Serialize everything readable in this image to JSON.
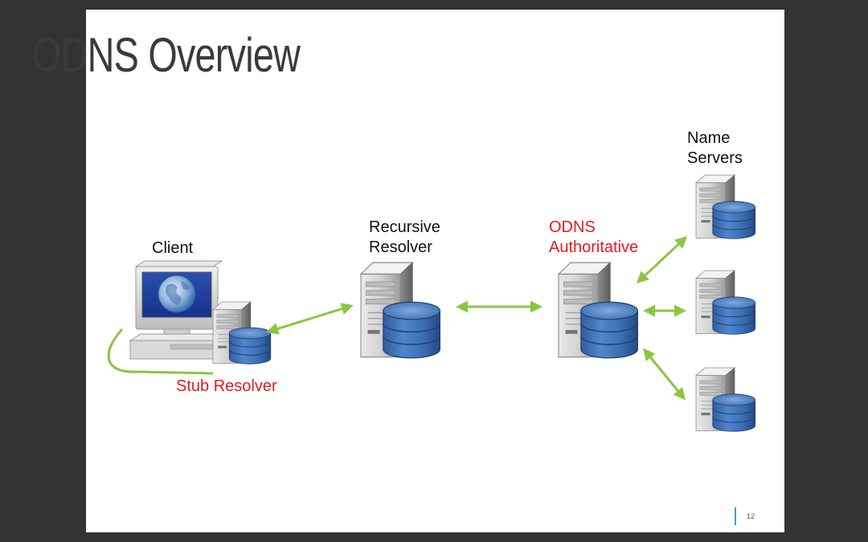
{
  "slide": {
    "title": "ODNS Overview",
    "page_number": "12"
  },
  "labels": {
    "client": "Client",
    "stub_resolver": "Stub Resolver",
    "recursive_line1": "Recursive",
    "recursive_line2": "Resolver",
    "odns_line1": "ODNS",
    "odns_line2": "Authoritative",
    "name_servers_line1": "Name",
    "name_servers_line2": "Servers"
  },
  "colors": {
    "background": "#333333",
    "slide": "#ffffff",
    "title": "#3a3a3a",
    "highlight_red": "#e31b1b",
    "arrow_green": "#8cc63f",
    "database_blue": "#3b6fb6",
    "page_bar": "#3fa3c4"
  },
  "icons": {
    "client": "desktop-computer-icon",
    "server": "server-tower-with-database-icon"
  }
}
